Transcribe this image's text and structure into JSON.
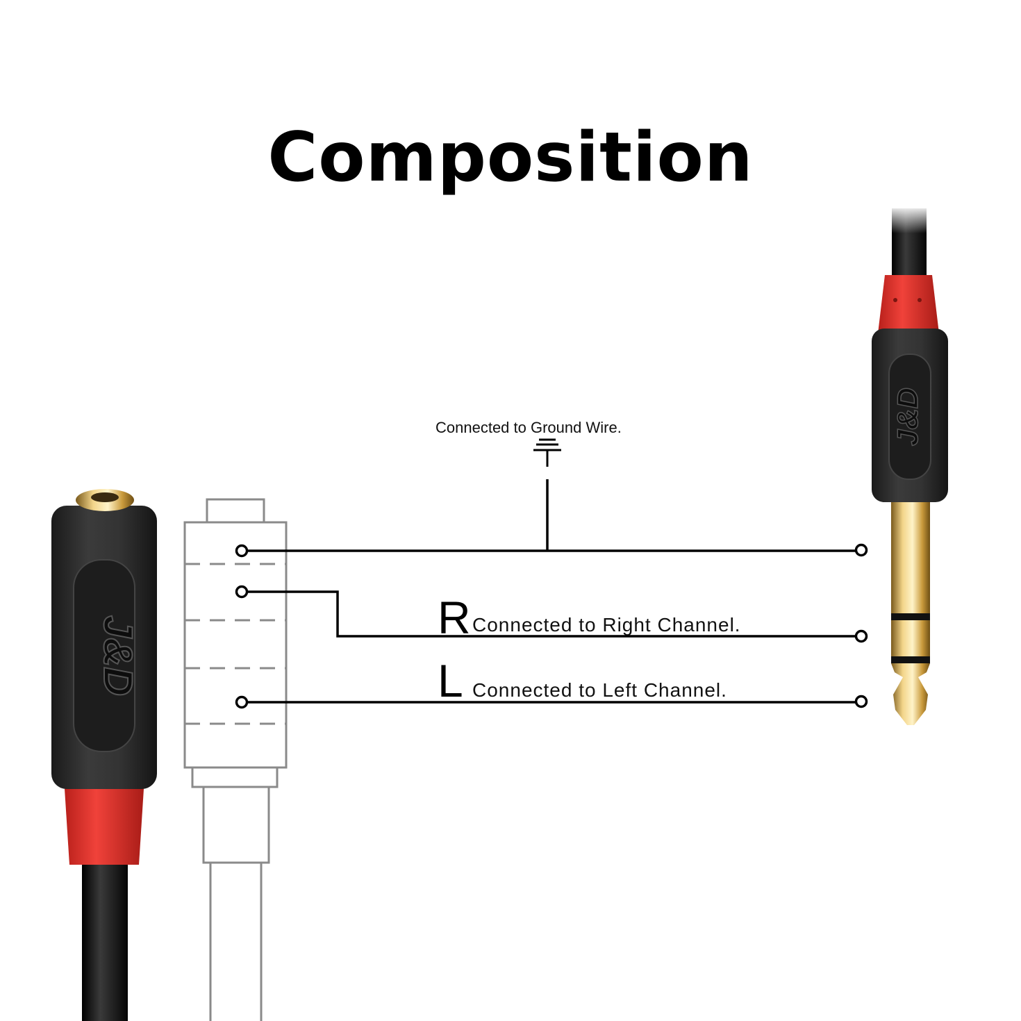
{
  "title": "Composition",
  "diagram": {
    "ground_label": "Connected to Ground Wire.",
    "right_channel": {
      "letter": "R",
      "label": "Connected to Right Channel."
    },
    "left_channel": {
      "letter": "L",
      "label": "Connected to Left Channel."
    }
  },
  "brand_logo": "J&D",
  "colors": {
    "wire": "#000000",
    "connector_body": "#2b2b2b",
    "accent_red": "#e8322b",
    "gold": "#c9a043",
    "outline": "#888888"
  },
  "icons": {
    "ground": "ground-symbol-icon"
  }
}
